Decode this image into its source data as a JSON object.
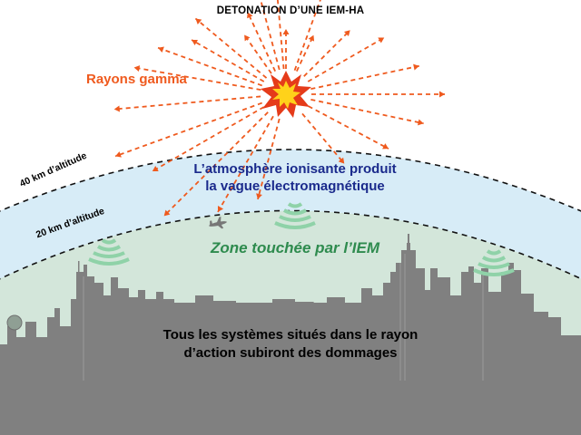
{
  "title": "DETONATION D’UNE IEM-HA",
  "gamma_label": "Rayons gamma",
  "atmosphere_line1": "L’atmosphère ionisante produit",
  "atmosphere_line2": "la vague électromagnétique",
  "altitude_40": "40 km d’altitude",
  "altitude_20": "20 km d’altitude",
  "zone_label": "Zone touchée par l’IEM",
  "systems_line1": "Tous les systèmes situés dans le rayon",
  "systems_line2": "d’action subiront des dommages",
  "colors": {
    "title": "#000000",
    "gamma": "#ef5a1e",
    "atmosphere_text": "#1a2a8c",
    "zone_text": "#2e8b4e",
    "atmosphere_band": "#d7ecf7",
    "ground_zone": "#d3e6da",
    "city": "#808080",
    "wave": "#8fd2a8",
    "burst_outer": "#e53b1a",
    "burst_inner": "#ffd21a"
  },
  "icons": [
    "burst-icon",
    "gamma-ray-arrow-icon",
    "radio-wave-icon",
    "airplane-icon",
    "city-skyline"
  ]
}
